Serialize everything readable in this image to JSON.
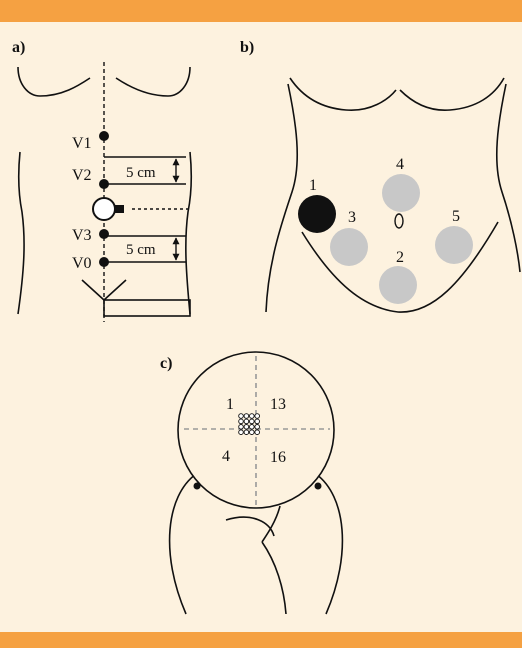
{
  "colors": {
    "accent_bar": "#f5a142",
    "panel_background": "#fdf2df",
    "line": "#111111",
    "marker_fill": "#c8c8c8",
    "dash_gray": "#999999"
  },
  "panel_a": {
    "label": "a)",
    "points": [
      "V1",
      "V2",
      "V3",
      "V0"
    ],
    "distance_upper": "5 cm",
    "distance_lower": "5 cm"
  },
  "panel_b": {
    "label": "b)",
    "sites": [
      "1",
      "2",
      "3",
      "4",
      "5"
    ]
  },
  "panel_c": {
    "label": "c)",
    "grid_labels": {
      "top_left": "1",
      "top_right": "13",
      "bottom_left": "4",
      "bottom_right": "16"
    }
  }
}
